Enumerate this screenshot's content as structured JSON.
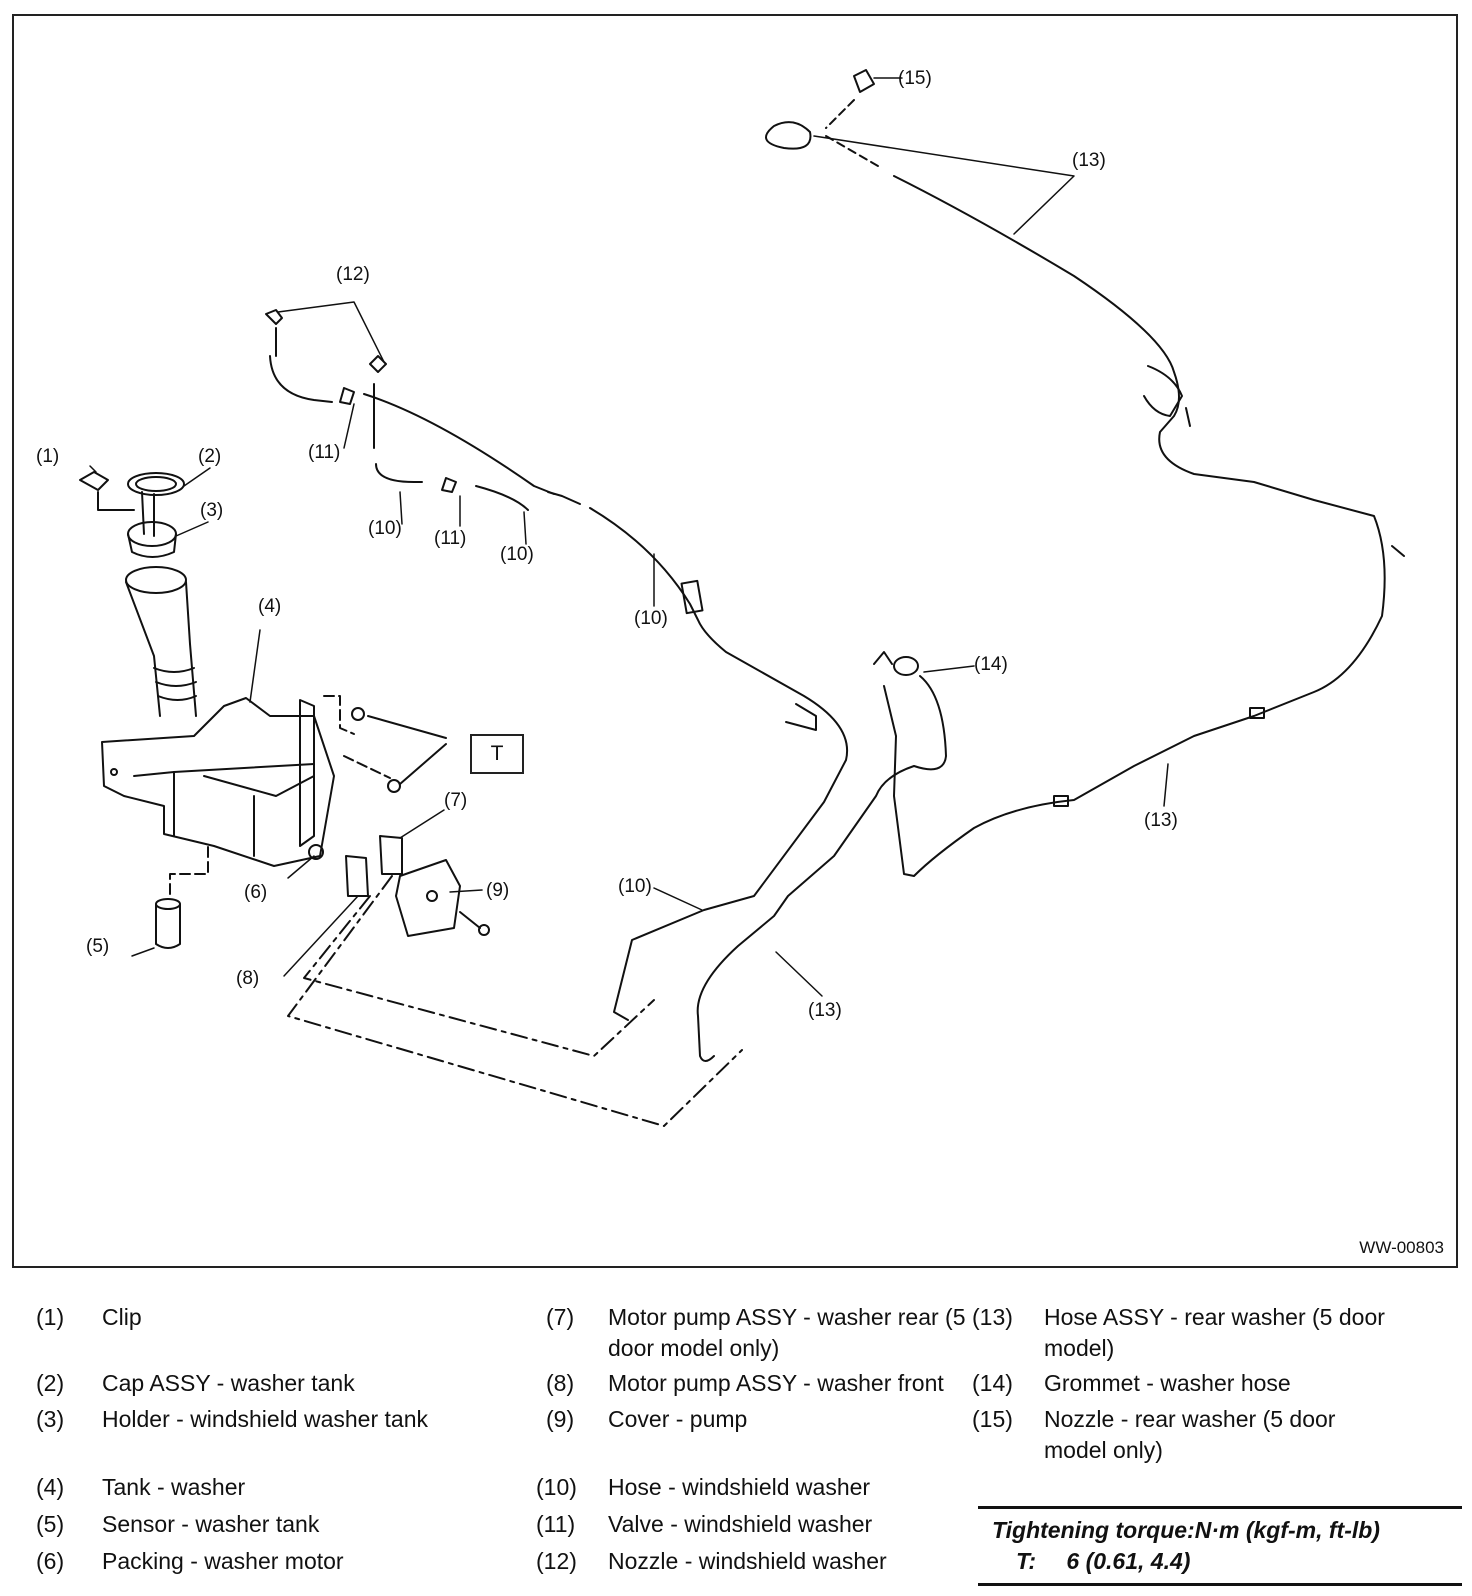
{
  "figure_code": "WW-00803",
  "torque_symbol": "T",
  "callouts": [
    "(1)",
    "(2)",
    "(3)",
    "(4)",
    "(5)",
    "(6)",
    "(7)",
    "(8)",
    "(9)",
    "(10)",
    "(10)",
    "(10)",
    "(10)",
    "(11)",
    "(11)",
    "(12)",
    "(13)",
    "(13)",
    "(13)",
    "(14)",
    "(15)"
  ],
  "legend": [
    {
      "num": "(1)",
      "label": "Clip"
    },
    {
      "num": "(2)",
      "label": "Cap ASSY - washer tank"
    },
    {
      "num": "(3)",
      "label": "Holder - windshield washer tank"
    },
    {
      "num": "(4)",
      "label": "Tank - washer"
    },
    {
      "num": "(5)",
      "label": "Sensor - washer tank"
    },
    {
      "num": "(6)",
      "label": "Packing - washer motor"
    },
    {
      "num": "(7)",
      "label": "Motor pump ASSY - washer rear (5 door model only)"
    },
    {
      "num": "(8)",
      "label": "Motor pump ASSY - washer front"
    },
    {
      "num": "(9)",
      "label": "Cover - pump"
    },
    {
      "num": "(10)",
      "label": "Hose - windshield washer"
    },
    {
      "num": "(11)",
      "label": "Valve - windshield washer"
    },
    {
      "num": "(12)",
      "label": "Nozzle - windshield washer"
    },
    {
      "num": "(13)",
      "label": "Hose ASSY - rear washer (5 door model)"
    },
    {
      "num": "(14)",
      "label": "Grommet - washer hose"
    },
    {
      "num": "(15)",
      "label": "Nozzle - rear washer (5 door model only)"
    }
  ],
  "torque": {
    "header": "Tightening torque:N·m (kgf-m, ft-lb)",
    "symbol": "T:",
    "value": "6 (0.61, 4.4)"
  }
}
